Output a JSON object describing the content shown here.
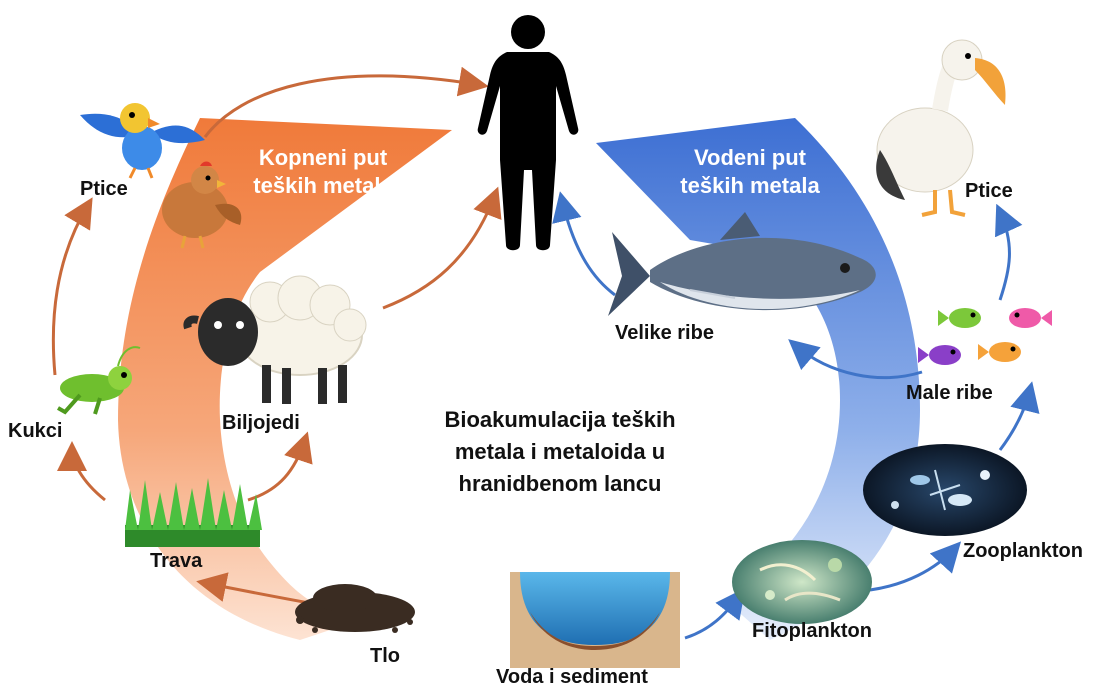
{
  "title_lines": [
    "Bioakumulacija teških",
    "metala i metaloida u",
    "hranidbenom lancu"
  ],
  "land_path": {
    "lines": [
      "Kopneni put",
      "teških metala"
    ],
    "color": "#f08a4b"
  },
  "water_path": {
    "lines": [
      "Vodeni put",
      "teških metala"
    ],
    "color": "#3a6fd0"
  },
  "arrow_colors": {
    "land": "#c8693a",
    "water": "#3f74c8"
  },
  "labels": {
    "ptice_land": "Ptice",
    "kukci": "Kukci",
    "biljojedi": "Biljojedi",
    "trava": "Trava",
    "tlo": "Tlo",
    "voda": "Voda i sediment",
    "fitoplankton": "Fitoplankton",
    "zooplankton": "Zooplankton",
    "male_ribe": "Male ribe",
    "velike_ribe": "Velike ribe",
    "ptice_water": "Ptice"
  },
  "icons": [
    "human-icon",
    "bird-icon",
    "hen-icon",
    "grasshopper-icon",
    "sheep-icon",
    "grass-icon",
    "soil-icon",
    "water-basin-icon",
    "phytoplankton-icon",
    "zooplankton-icon",
    "small-fish-icon",
    "tuna-icon",
    "pelican-icon"
  ]
}
